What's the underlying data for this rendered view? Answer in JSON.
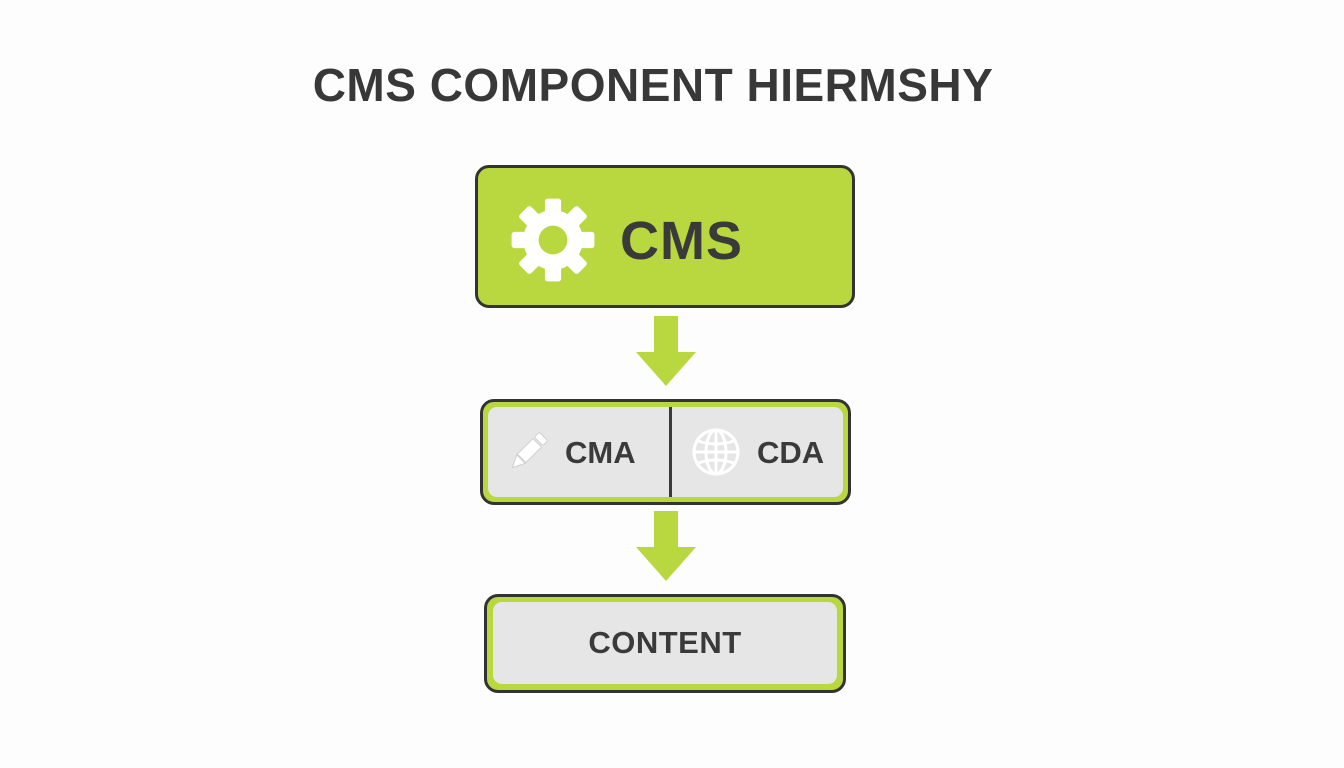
{
  "title": "CMS COMPONENT HIERMSHY",
  "nodes": {
    "cms": {
      "label": "CMS",
      "icon": "gear-icon"
    },
    "cma": {
      "label": "CMA",
      "icon": "pencil-icon"
    },
    "cda": {
      "label": "CDA",
      "icon": "globe-icon"
    },
    "content": {
      "label": "CONTENT"
    }
  },
  "colors": {
    "accent": "#b9d83f",
    "border": "#333333",
    "text": "#3a3a3a",
    "panel": "#e6e6e6",
    "background": "#fdfdfd"
  }
}
